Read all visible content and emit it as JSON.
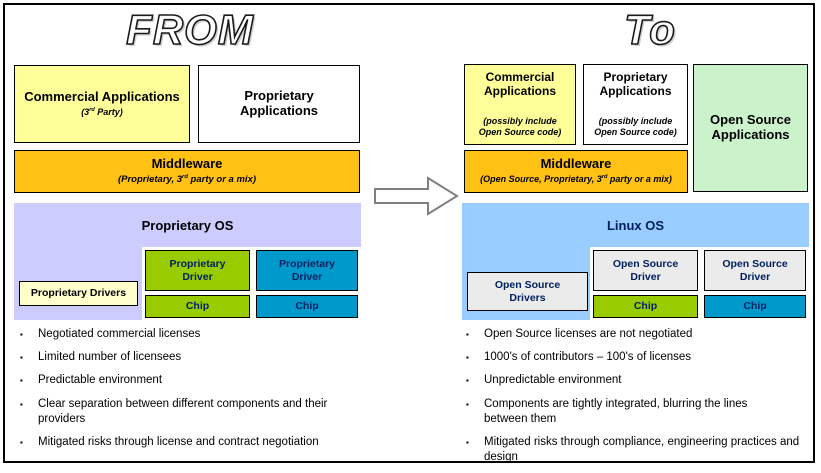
{
  "ui": {
    "bullet_char": "▪"
  },
  "colors": {
    "pale_yellow_apps": "#FFFF99",
    "white_box": "#FFFFFF",
    "gold_middleware": "#FFC113",
    "lavender_os": "#CCCCFF",
    "blue_os": "#99CCFF",
    "mint_apps": "#CCF2CC",
    "driver_green": "#99CC00",
    "driver_blue": "#0099CC",
    "cream_drivers": "#FFFFCC",
    "gray_drivers": "#EBEBEB",
    "navy_text": "#002060",
    "arrow_outline": "#808080"
  },
  "left": {
    "title": "FROM",
    "apps": {
      "commercial": {
        "title": "Commercial Applications",
        "sub_prefix": "(3",
        "sub_sup": "rd",
        "sub_suffix": " Party)"
      },
      "proprietary": {
        "title": "Proprietary Applications"
      }
    },
    "middleware": {
      "title": "Middleware",
      "sub_prefix": "(Proprietary, 3",
      "sub_sup": "rd",
      "sub_suffix": " party or a mix)"
    },
    "os": {
      "title": "Proprietary OS",
      "drivers_box": "Proprietary Drivers",
      "driver_green": "Proprietary Driver",
      "chip_green": "Chip",
      "driver_blue": "Proprietary Driver",
      "chip_blue": "Chip"
    },
    "bullets": [
      "Negotiated commercial licenses",
      "Limited number of licensees",
      "Predictable environment",
      "Clear separation between different components and their providers",
      "Mitigated risks through license and contract negotiation"
    ]
  },
  "right": {
    "title": "To",
    "apps": {
      "commercial": {
        "title": "Commercial Applications",
        "sub": "(possibly include Open Source code)"
      },
      "proprietary": {
        "title": "Proprietary Applications",
        "sub": "(possibly include Open Source code)"
      },
      "open_source": {
        "title": "Open Source Applications"
      }
    },
    "middleware": {
      "title": "Middleware",
      "sub_prefix": "(Open Source, Proprietary, 3",
      "sub_sup": "rd",
      "sub_suffix": " party or a mix)"
    },
    "os": {
      "title": "Linux OS",
      "drivers_box": "Open Source Drivers",
      "driver_green": "Open Source Driver",
      "chip_green": "Chip",
      "driver_blue": "Open Source Driver",
      "chip_blue": "Chip"
    },
    "bullets": [
      "Open Source licenses are not negotiated",
      "1000's of contributors – 100's of licenses",
      "Unpredictable environment",
      "Components are tightly integrated, blurring the lines between them",
      "Mitigated risks through compliance, engineering practices and design"
    ]
  }
}
